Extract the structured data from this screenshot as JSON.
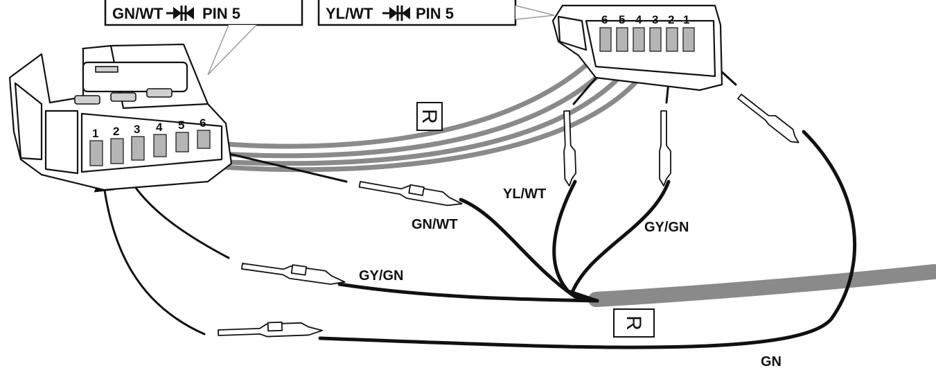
{
  "callouts": {
    "left": {
      "wire": "GN/WT",
      "pin": "PIN 5"
    },
    "right": {
      "wire": "YL/WT",
      "pin": "PIN 5"
    }
  },
  "left_connector": {
    "pins": [
      "1",
      "2",
      "3",
      "4",
      "5",
      "6"
    ]
  },
  "right_connector": {
    "pins": [
      "6",
      "5",
      "4",
      "3",
      "2",
      "1"
    ]
  },
  "wire_labels": {
    "gn_wt": "GN/WT",
    "yl_wt": "YL/WT",
    "gy_gn_right": "GY/GN",
    "gy_gn_left": "GY/GN",
    "gn": "GN"
  },
  "markers": {
    "upper": "R",
    "lower": "R"
  },
  "colors": {
    "wire": "#111111",
    "harness": "#8a8a8a",
    "cavity": "#b5b5b5"
  }
}
